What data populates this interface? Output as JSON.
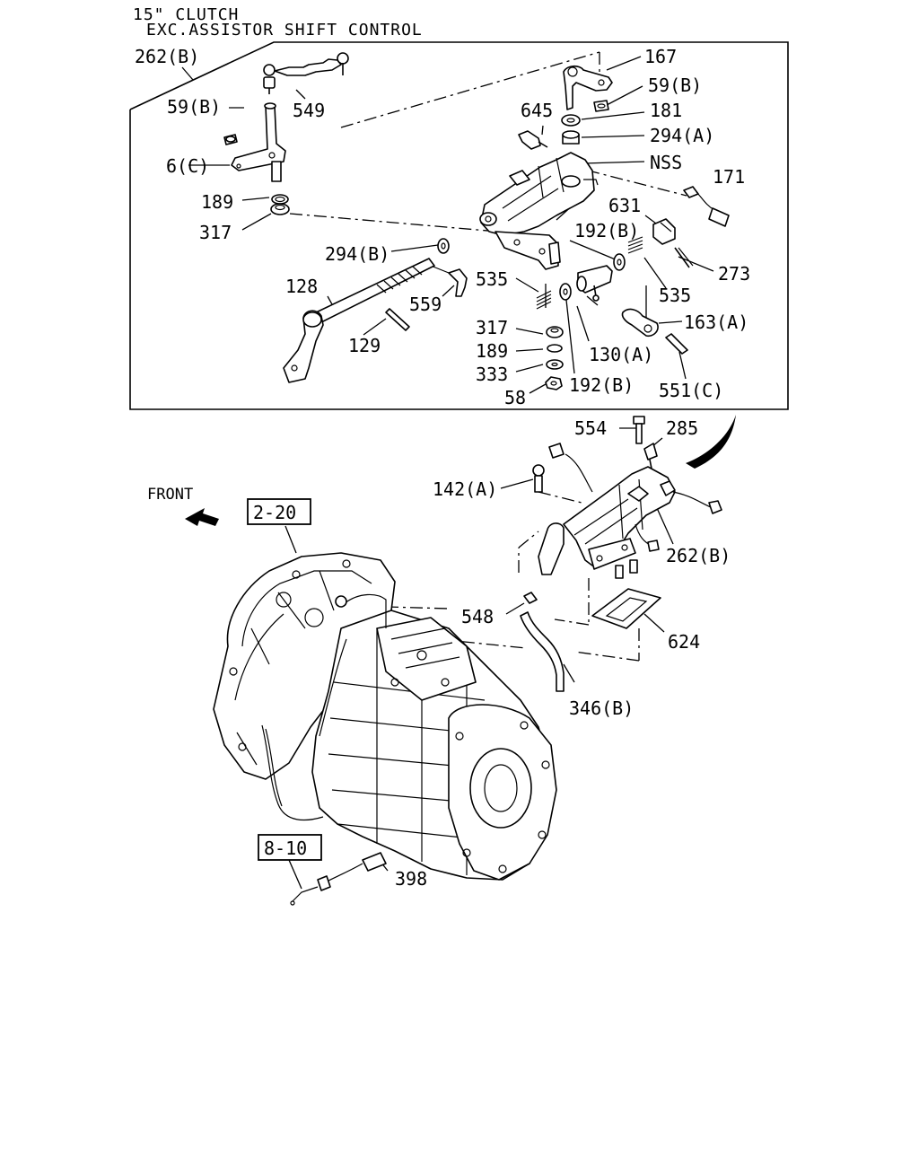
{
  "header": {
    "line1": "15\" CLUTCH",
    "line2": "EXC.ASSISTOR SHIFT CONTROL"
  },
  "front_label": "FRONT",
  "refs": {
    "ref_2_20": "2-20",
    "ref_8_10": "8-10"
  },
  "callouts": {
    "c262b_top": "262(B)",
    "c167": "167",
    "c59b_right": "59(B)",
    "c549": "549",
    "c59b_left": "59(B)",
    "c645": "645",
    "c181": "181",
    "c294a": "294(A)",
    "cNSS": "NSS",
    "c6c": "6(C)",
    "c171": "171",
    "c189_top": "189",
    "c631": "631",
    "c317_top": "317",
    "c192b_top": "192(B)",
    "c294b": "294(B)",
    "c273": "273",
    "c128": "128",
    "c535_left": "535",
    "c559": "559",
    "c535_right": "535",
    "c317_mid": "317",
    "c163a": "163(A)",
    "c129": "129",
    "c189_mid": "189",
    "c130a": "130(A)",
    "c333": "333",
    "c192b_bot": "192(B)",
    "c551c": "551(C)",
    "c58": "58",
    "c554": "554",
    "c285": "285",
    "c142a": "142(A)",
    "c262b_bot": "262(B)",
    "c548": "548",
    "c624": "624",
    "c346b": "346(B)",
    "c398": "398"
  }
}
